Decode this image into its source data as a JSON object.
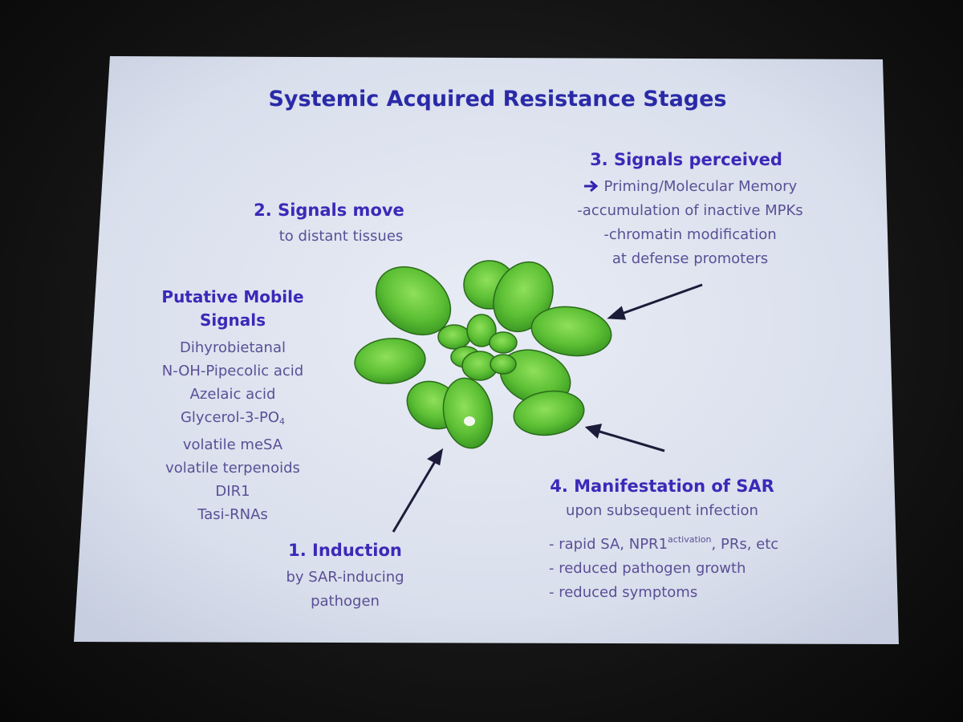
{
  "slide": {
    "title": "Systemic Acquired Resistance Stages",
    "colors": {
      "title": "#2a2aa8",
      "heading": "#3a2ab8",
      "body": "#5a4f96",
      "screen": "#dde3ef",
      "leaf": "#5fc23a",
      "leaf_dark": "#2f7f1f",
      "arrow": "#1c1c3a"
    }
  },
  "stage2": {
    "heading": "2. Signals move",
    "text": "to distant tissues"
  },
  "stage3": {
    "heading": "3. Signals perceived",
    "arrow_icon": "right-arrow-icon",
    "lines": [
      "Priming/Molecular Memory",
      "-accumulation of inactive MPKs",
      "-chromatin modification",
      "at defense promoters"
    ]
  },
  "signals": {
    "heading_line1": "Putative Mobile",
    "heading_line2": "Signals",
    "items": [
      "Dihyrobietanal",
      "N-OH-Pipecolic acid",
      "Azelaic acid",
      "Glycerol-3-PO",
      "volatile meSA",
      "volatile terpenoids",
      "DIR1",
      "Tasi-RNAs"
    ],
    "glycerol_subscript": "4"
  },
  "stage1": {
    "heading": "1. Induction",
    "line1": "by SAR-inducing",
    "line2": "pathogen"
  },
  "stage4": {
    "heading": "4. Manifestation of SAR",
    "subheading": "upon subsequent infection",
    "line1_prefix": "- rapid SA, NPR1",
    "line1_superscript": "activation",
    "line1_suffix": ",  PRs, etc",
    "line2": "- reduced pathogen growth",
    "line3": "- reduced symptoms"
  },
  "image": {
    "icon": "plant-rosette-icon"
  }
}
